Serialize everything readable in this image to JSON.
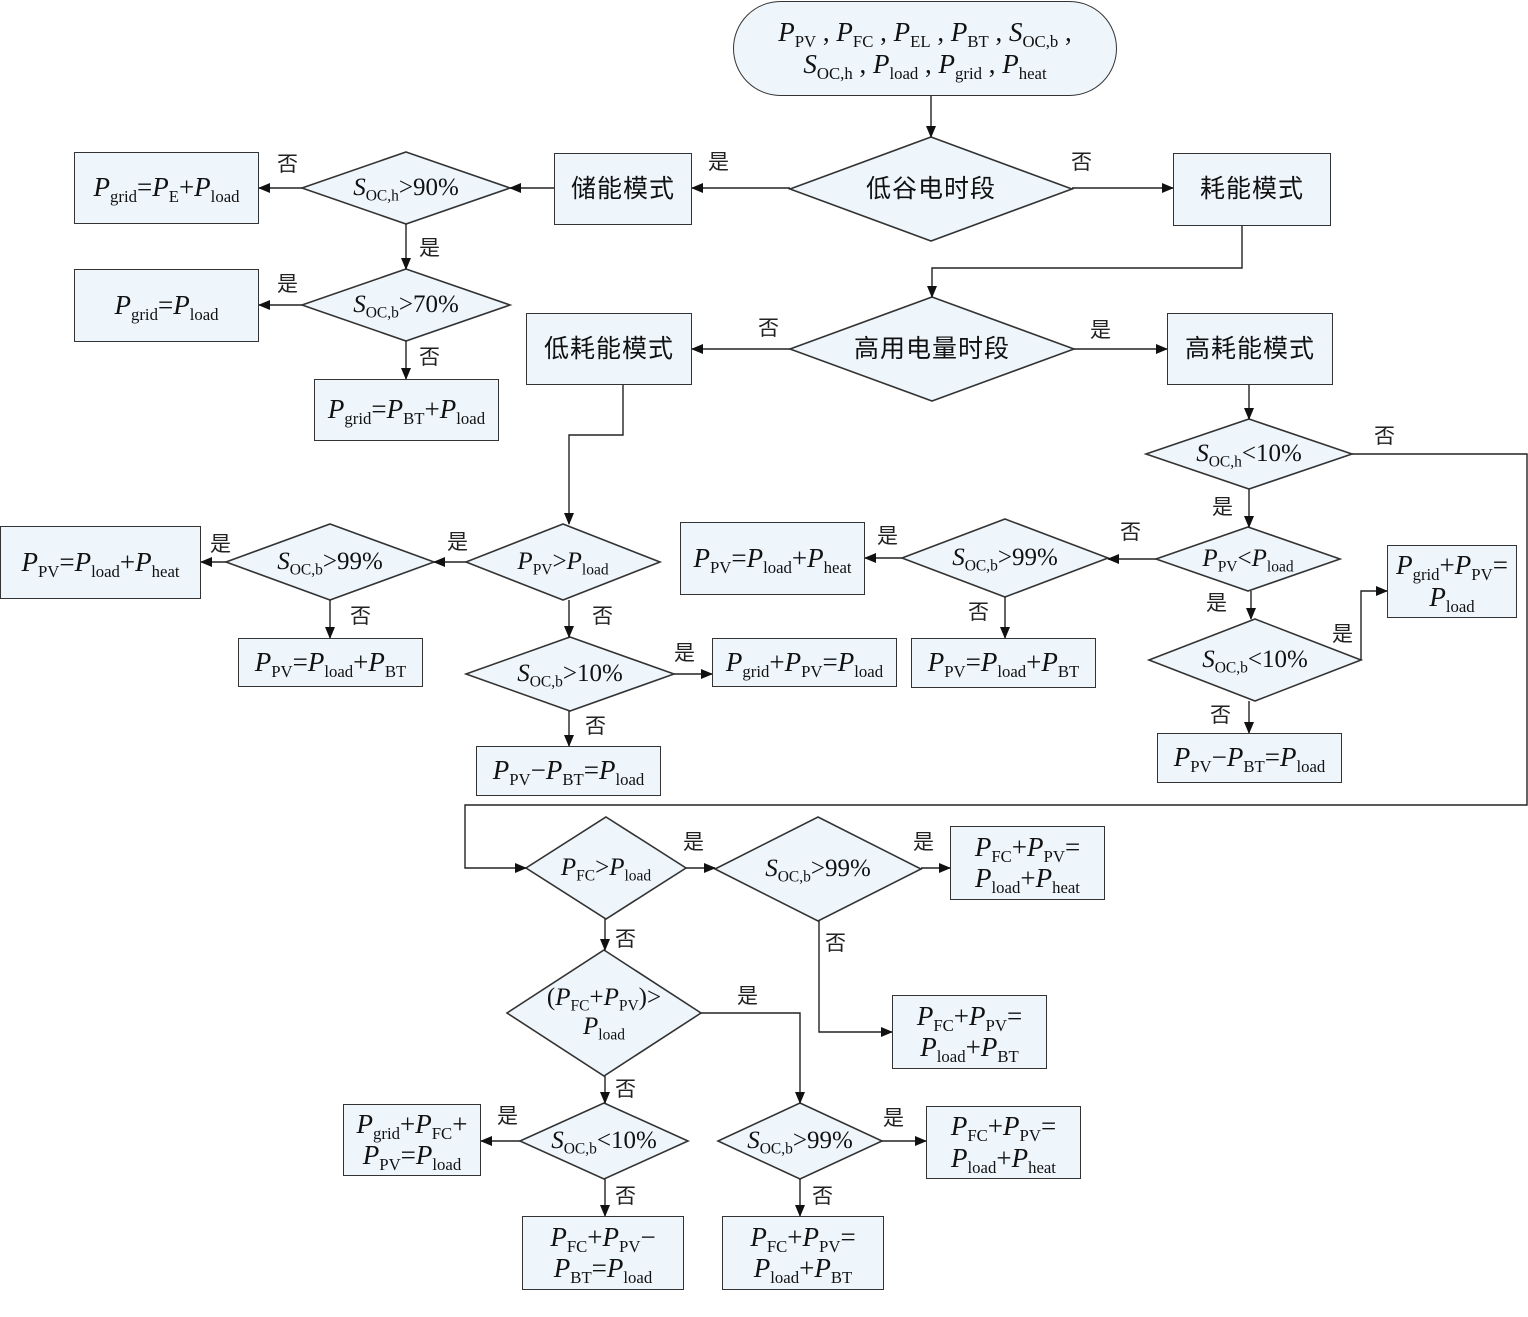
{
  "diagram": {
    "type": "flowchart",
    "start": {
      "line1": "P_PV , P_FC , P_EL , P_BT , S_OC,b ,",
      "line2": "S_OC,h , P_load , P_grid , P_heat"
    },
    "yes_label": "是",
    "no_label": "否",
    "nodes": {
      "d_valley": "低谷电时段",
      "m_storage": "储能模式",
      "m_consume": "耗能模式",
      "d_soch90": "S_OC,h>90%",
      "r_grid_e_load": "P_grid=P_E+P_load",
      "d_socb70": "S_OC,b>70%",
      "r_grid_load": "P_grid=P_load",
      "r_grid_bt_load": "P_grid=P_BT+P_load",
      "d_peak": "高用电量时段",
      "m_low": "低耗能模式",
      "m_high": "高耗能模式",
      "d_pv_gt_load": "P_PV>P_load",
      "d_socb99_a": "S_OC,b>99%",
      "r_pv_load_heat_a": "P_PV=P_load+P_heat",
      "r_pv_load_bt_a": "P_PV=P_load+P_BT",
      "d_socb10_a": "S_OC,b>10%",
      "r_grid_pv_load_a": "P_grid+P_PV=P_load",
      "r_pv_bt_load_a": "P_PV−P_BT=P_load",
      "d_soch10": "S_OC,h<10%",
      "d_pv_lt_load": "P_PV<P_load",
      "d_socb99_b": "S_OC,b>99%",
      "r_pv_load_heat_b": "P_PV=P_load+P_heat",
      "r_pv_load_bt_b": "P_PV=P_load+P_BT",
      "d_socb10_b": "S_OC,b<10%",
      "r_grid_pv_load_b": "P_grid+P_PV=P_load",
      "r_pv_bt_load_b": "P_PV−P_BT=P_load",
      "d_fc_gt_load": "P_FC>P_load",
      "d_socb99_c": "S_OC,b>99%",
      "r_fc_pv_load_heat_c": "P_FC+P_PV=P_load+P_heat",
      "r_fc_pv_load_bt_c": "P_FC+P_PV=P_load+P_BT",
      "d_fcpv_gt_load": "(P_FC+P_PV)>P_load",
      "d_socb10_d": "S_OC,b<10%",
      "r_grid_fc_pv_load": "P_grid+P_FC+P_PV=P_load",
      "r_fc_pv_bt_load": "P_FC+P_PV−P_BT=P_load",
      "d_socb99_e": "S_OC,b>99%",
      "r_fc_pv_load_heat_e": "P_FC+P_PV=P_load+P_heat",
      "r_fc_pv_load_bt_e": "P_FC+P_PV=P_load+P_BT"
    },
    "edges": [
      {
        "from": "start",
        "to": "d_valley",
        "label": ""
      },
      {
        "from": "d_valley",
        "to": "m_storage",
        "label": "是"
      },
      {
        "from": "d_valley",
        "to": "m_consume",
        "label": "否"
      },
      {
        "from": "m_storage",
        "to": "d_soch90",
        "label": ""
      },
      {
        "from": "d_soch90",
        "to": "r_grid_e_load",
        "label": "否"
      },
      {
        "from": "d_soch90",
        "to": "d_socb70",
        "label": "是"
      },
      {
        "from": "d_socb70",
        "to": "r_grid_load",
        "label": "是"
      },
      {
        "from": "d_socb70",
        "to": "r_grid_bt_load",
        "label": "否"
      },
      {
        "from": "m_consume",
        "to": "d_peak",
        "label": ""
      },
      {
        "from": "d_peak",
        "to": "m_low",
        "label": "否"
      },
      {
        "from": "d_peak",
        "to": "m_high",
        "label": "是"
      },
      {
        "from": "m_low",
        "to": "d_pv_gt_load",
        "label": ""
      },
      {
        "from": "d_pv_gt_load",
        "to": "d_socb99_a",
        "label": "是"
      },
      {
        "from": "d_socb99_a",
        "to": "r_pv_load_heat_a",
        "label": "是"
      },
      {
        "from": "d_socb99_a",
        "to": "r_pv_load_bt_a",
        "label": "否"
      },
      {
        "from": "d_pv_gt_load",
        "to": "d_socb10_a",
        "label": "否"
      },
      {
        "from": "d_socb10_a",
        "to": "r_grid_pv_load_a",
        "label": "是"
      },
      {
        "from": "d_socb10_a",
        "to": "r_pv_bt_load_a",
        "label": "否"
      },
      {
        "from": "m_high",
        "to": "d_soch10",
        "label": ""
      },
      {
        "from": "d_soch10",
        "to": "d_pv_lt_load",
        "label": "是"
      },
      {
        "from": "d_soch10",
        "to": "d_fc_gt_load",
        "label": "否"
      },
      {
        "from": "d_pv_lt_load",
        "to": "d_socb99_b",
        "label": "否"
      },
      {
        "from": "d_socb99_b",
        "to": "r_pv_load_heat_b",
        "label": "是"
      },
      {
        "from": "d_socb99_b",
        "to": "r_pv_load_bt_b",
        "label": "否"
      },
      {
        "from": "d_pv_lt_load",
        "to": "d_socb10_b",
        "label": "是"
      },
      {
        "from": "d_socb10_b",
        "to": "r_grid_pv_load_b",
        "label": "是"
      },
      {
        "from": "d_socb10_b",
        "to": "r_pv_bt_load_b",
        "label": "否"
      },
      {
        "from": "d_fc_gt_load",
        "to": "d_socb99_c",
        "label": "是"
      },
      {
        "from": "d_socb99_c",
        "to": "r_fc_pv_load_heat_c",
        "label": "是"
      },
      {
        "from": "d_socb99_c",
        "to": "r_fc_pv_load_bt_c",
        "label": "否"
      },
      {
        "from": "d_fc_gt_load",
        "to": "d_fcpv_gt_load",
        "label": "否"
      },
      {
        "from": "d_fcpv_gt_load",
        "to": "d_socb99_e",
        "label": "是"
      },
      {
        "from": "d_fcpv_gt_load",
        "to": "d_socb10_d",
        "label": "否"
      },
      {
        "from": "d_socb10_d",
        "to": "r_grid_fc_pv_load",
        "label": "是"
      },
      {
        "from": "d_socb10_d",
        "to": "r_fc_pv_bt_load",
        "label": "否"
      },
      {
        "from": "d_socb99_e",
        "to": "r_fc_pv_load_heat_e",
        "label": "是"
      },
      {
        "from": "d_socb99_e",
        "to": "r_fc_pv_load_bt_e",
        "label": "否"
      }
    ],
    "colors": {
      "fill": "#eef6fc",
      "stroke": "#333333",
      "text": "#111111"
    }
  }
}
